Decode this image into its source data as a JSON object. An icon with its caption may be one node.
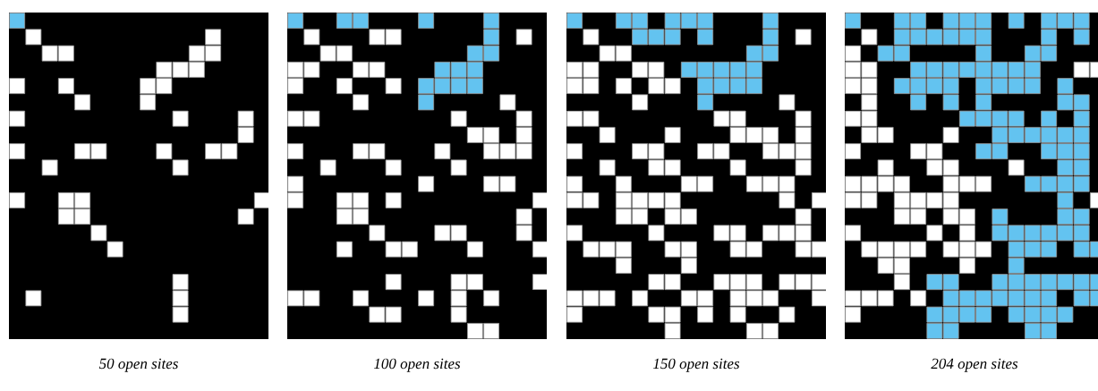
{
  "diagram": {
    "labels": [
      "50 open sites",
      "100 open sites",
      "150 open sites",
      "204 open sites"
    ]
  }
}
